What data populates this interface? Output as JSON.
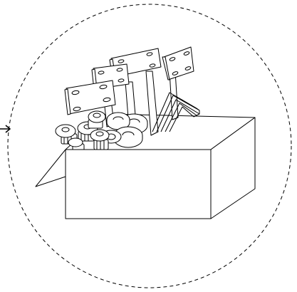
{
  "illustration": {
    "subject": "hardware-box-with-mounting-plates-screws-washers-hex-keys",
    "stroke_color": "#000000",
    "fill_color": "#ffffff",
    "border_style": "dashed-circle",
    "pointer": "leader-line-from-left"
  }
}
